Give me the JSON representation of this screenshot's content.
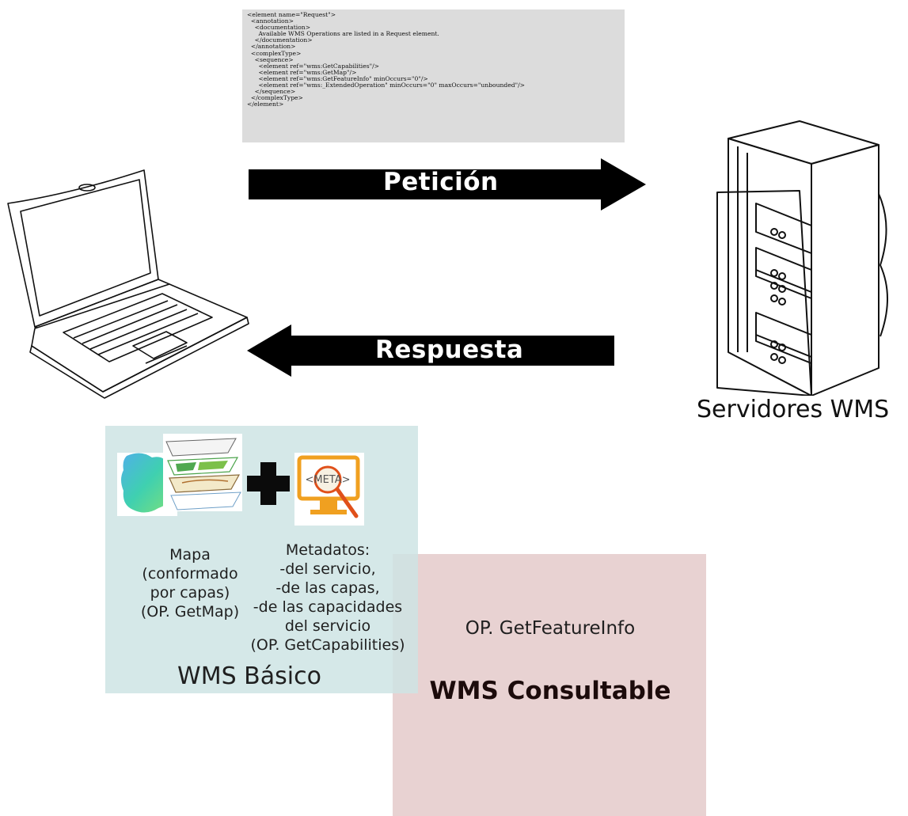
{
  "xml_snippet": {
    "lines": [
      "<element name=\"Request\">",
      "  <annotation>",
      "    <documentation>",
      "      Available WMS Operations are listed in a Request element.",
      "    </documentation>",
      "  </annotation>",
      "  <complexType>",
      "    <sequence>",
      "      <element ref=\"wms:GetCapabilities\"/>",
      "      <element ref=\"wms:GetMap\"/>",
      "      <element ref=\"wms:GetFeatureInfo\" minOccurs=\"0\"/>",
      "      <element ref=\"wms:_ExtendedOperation\" minOccurs=\"0\" maxOccurs=\"unbounded\"/>",
      "    </sequence>",
      "  </complexType>",
      "</element>"
    ]
  },
  "arrows": {
    "request_label": "Petición",
    "response_label": "Respuesta"
  },
  "server": {
    "label": "Servidores WMS"
  },
  "basic_panel": {
    "title": "WMS Básico",
    "map_caption": [
      "Mapa",
      "(conformado",
      "por capas)",
      "(OP. GetMap)"
    ],
    "meta_icon_text": "<META>",
    "meta_caption": [
      "Metadatos:",
      "-del servicio,",
      "-de las capas,",
      "-de las capacidades",
      "del servicio",
      "(OP. GetCapabilities)"
    ]
  },
  "queryable_panel": {
    "operation": "OP. GetFeatureInfo",
    "title": "WMS Consultable"
  },
  "colors": {
    "basic_panel": "#cee4e4",
    "queryable_panel": "#e8d2d2",
    "arrow": "#000000",
    "meta_icon": "#f0a020"
  }
}
